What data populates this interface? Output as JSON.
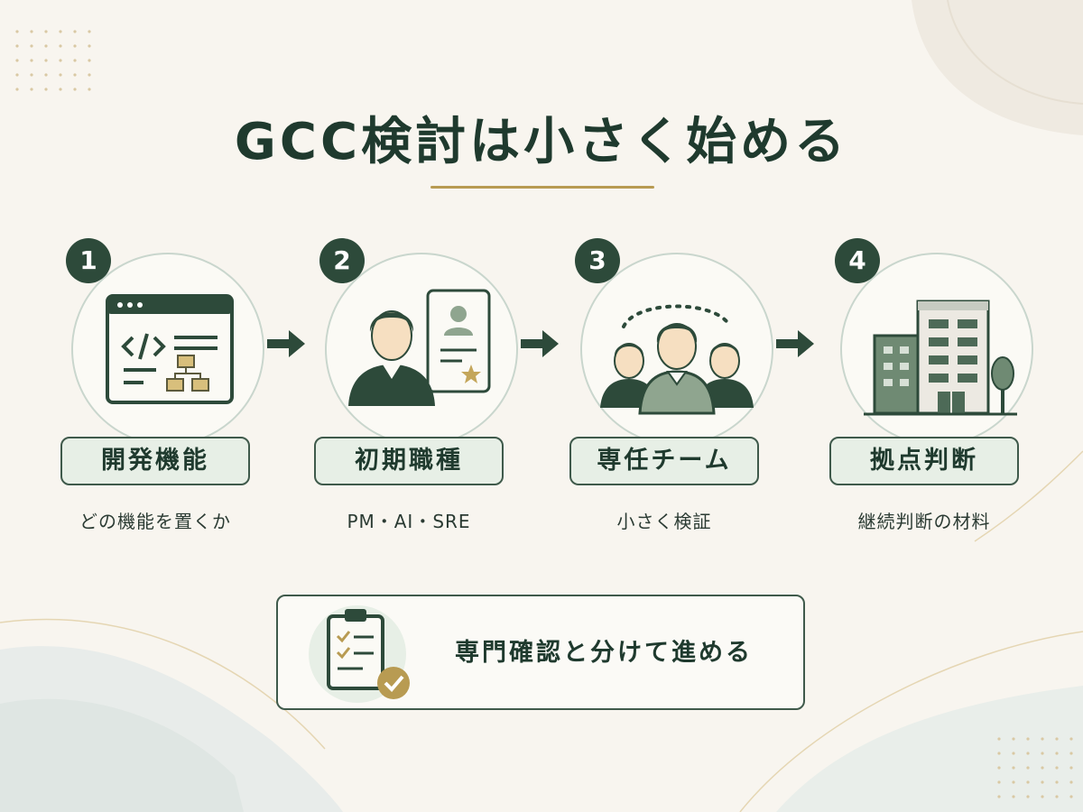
{
  "title": "GCC検討は小さく始める",
  "colors": {
    "dark_green": "#2d4a3a",
    "light_green": "#e7efe6",
    "gold": "#b89b52",
    "background": "#f8f5ef"
  },
  "steps": [
    {
      "number": "1",
      "label": "開発機能",
      "description": "どの機能を置くか",
      "icon": "code-window-icon"
    },
    {
      "number": "2",
      "label": "初期職種",
      "description": "PM・AI・SRE",
      "icon": "person-profile-card-icon"
    },
    {
      "number": "3",
      "label": "専任チーム",
      "description": "小さく検証",
      "icon": "team-icon"
    },
    {
      "number": "4",
      "label": "拠点判断",
      "description": "継続判断の材料",
      "icon": "office-building-icon"
    }
  ],
  "note": {
    "text": "専門確認と分けて進める",
    "icon": "clipboard-check-icon"
  }
}
